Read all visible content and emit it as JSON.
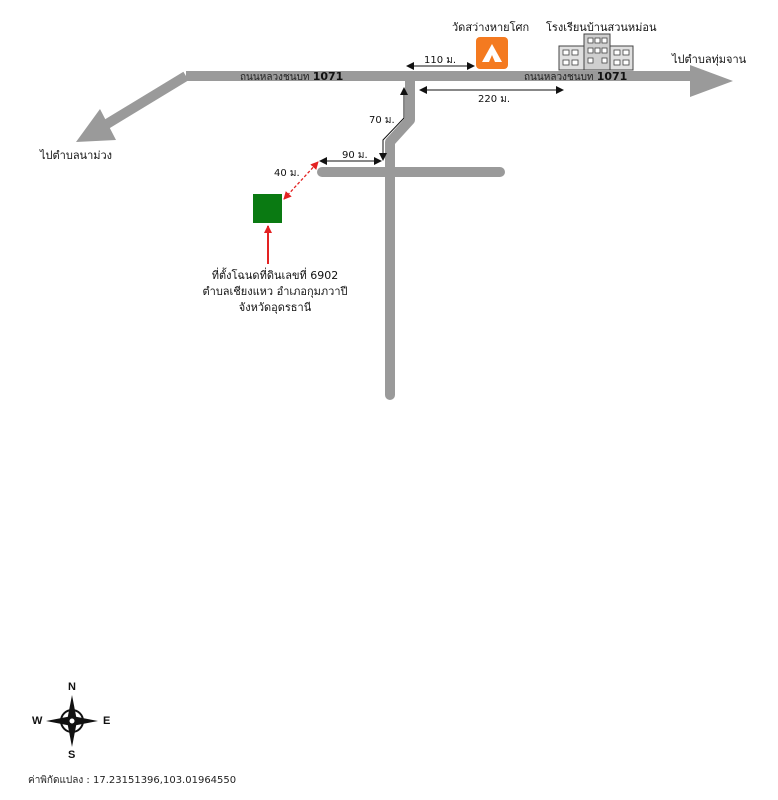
{
  "roads": {
    "main_name_left": "ถนนหลวงชนบท",
    "main_number_left": "1071",
    "main_name_right": "ถนนหลวงชนบท",
    "main_number_right": "1071"
  },
  "destinations": {
    "left": "ไปตำบลนาม่วง",
    "right": "ไปตำบลทุ่มจาน"
  },
  "landmarks": {
    "temple": "วัดสว่างหายโศก",
    "school": "โรงเรียนบ้านสวนหม่อน",
    "temple_icon": "temple-triangle-icon",
    "school_icon": "school-building-icon",
    "temple_color": "#f47a20",
    "school_color": "#9a9a9a"
  },
  "distances": {
    "temple": "110 ม.",
    "school": "220 ม.",
    "diagonal": "70 ม.",
    "side_road": "90 ม.",
    "to_site": "40 ม."
  },
  "site": {
    "color": "#0a7a12",
    "arrow_color": "#e32222",
    "line1": "ที่ตั้งโฉนดที่ดินเลขที่ 6902",
    "line2": "ตำบลเชียงแหว อำเภอกุมภวาปี",
    "line3": "จังหวัดอุดรธานี"
  },
  "compass": {
    "n": "N",
    "s": "S",
    "e": "E",
    "w": "W"
  },
  "coordinates": {
    "label": "ค่าพิกัดแปลง : ",
    "value": "17.23151396,103.01964550"
  },
  "colors": {
    "road": "#9a9a9a"
  }
}
